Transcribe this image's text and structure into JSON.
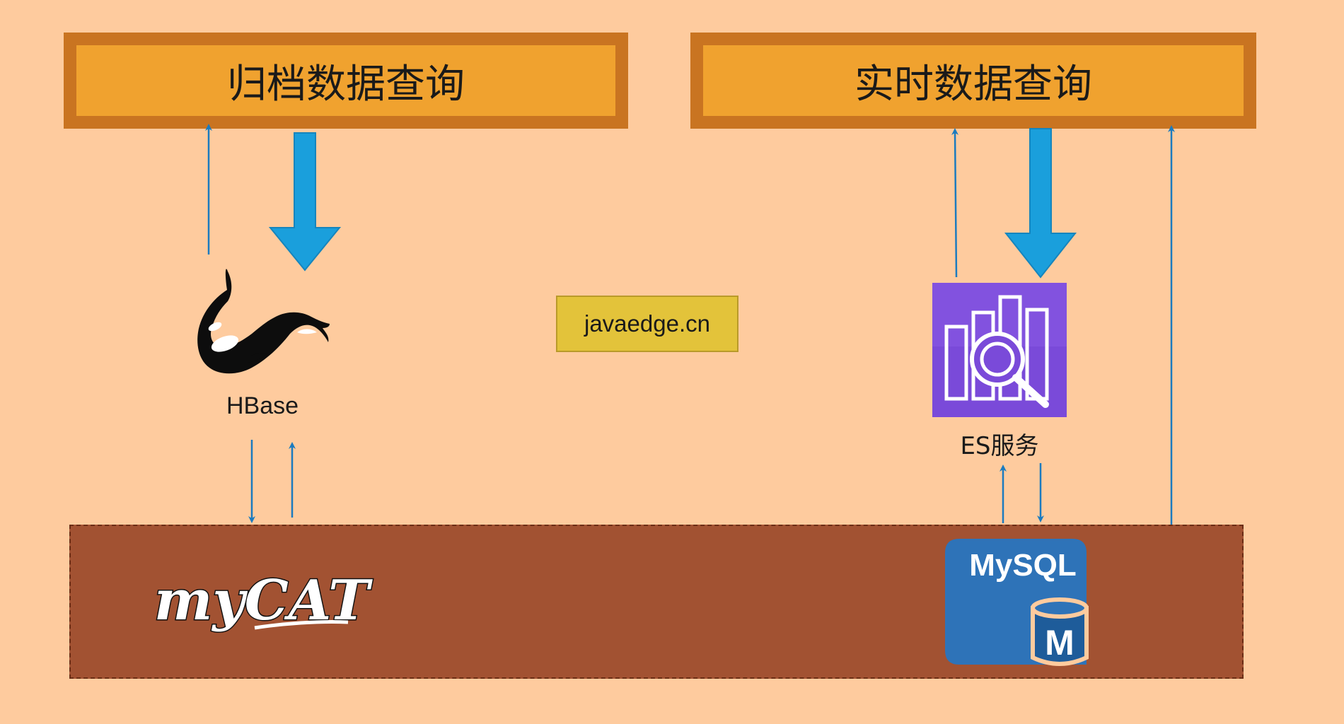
{
  "archive_query": {
    "label": "归档数据查询"
  },
  "realtime_query": {
    "label": "实时数据查询"
  },
  "watermark": {
    "text": "javaedge.cn"
  },
  "hbase": {
    "label": "HBase",
    "icon": "orca-whale-icon"
  },
  "es_service": {
    "label": "ES服务",
    "icon": "elasticsearch-service-icon"
  },
  "mycat": {
    "logo_text": "myCAT"
  },
  "mysql": {
    "logo_text": "MySQL",
    "badge": "M"
  },
  "colors": {
    "background": "#fecb9e",
    "query_fill": "#f0a22f",
    "query_border": "#c97421",
    "big_arrow": "#1a9fdc",
    "thin_arrow": "#1b7bbf",
    "db_layer": "#a25232",
    "es_icon": "#7a4ad9",
    "mysql_blue": "#2e73b8"
  }
}
